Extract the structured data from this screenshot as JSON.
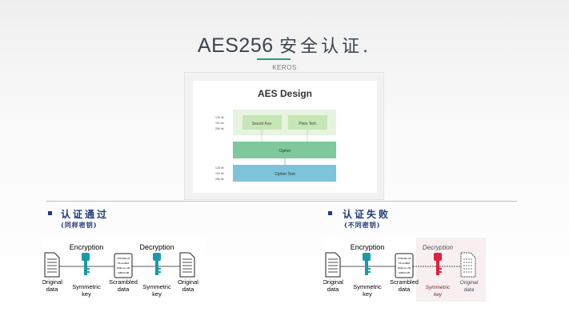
{
  "header": {
    "title_latin": "AES256",
    "title_cn": "安全认证.",
    "subtitle": "KEROS",
    "accent_color": "#2a9d84"
  },
  "aes_design": {
    "title": "AES Design",
    "key_sizes": [
      "128 bit",
      "192 bit",
      "256 bit"
    ],
    "secret_key": "Secret Key",
    "plain_text": "Plain Text",
    "cipher": "Cipher",
    "cipher_text": "Cipher Text"
  },
  "left": {
    "title": "认证通过",
    "subtitle": "(同样密钥)",
    "encryption": "Encryption",
    "decryption": "Decryption",
    "original_data": [
      "Original",
      "data"
    ],
    "symmetric_key": [
      "Symmetric",
      "key"
    ],
    "scrambled_data": [
      "Scrambled",
      "data"
    ],
    "scrambled_lines": [
      "YPRL5RL25",
      "T8+A\\/B4Z",
      "R09L2L+YB",
      "A4B/V/L95"
    ],
    "key_color": "#1a9aa8"
  },
  "right": {
    "title": "认证失败",
    "subtitle": "(不同密钥)",
    "encryption": "Encryption",
    "decryption": "Decryption",
    "original_data": [
      "Original",
      "data"
    ],
    "symmetric_key": [
      "Symmetric",
      "key"
    ],
    "scrambled_data": [
      "Scrambled",
      "data"
    ],
    "scrambled_lines": [
      "YPRL5RL25",
      "T8+A\\/B4Z",
      "R09L2L+YB",
      "A4B/V/L95"
    ],
    "key_color": "#1a9aa8",
    "wrong_key_color": "#e0203c"
  },
  "colors": {
    "bullet": "#1f3b7a"
  }
}
